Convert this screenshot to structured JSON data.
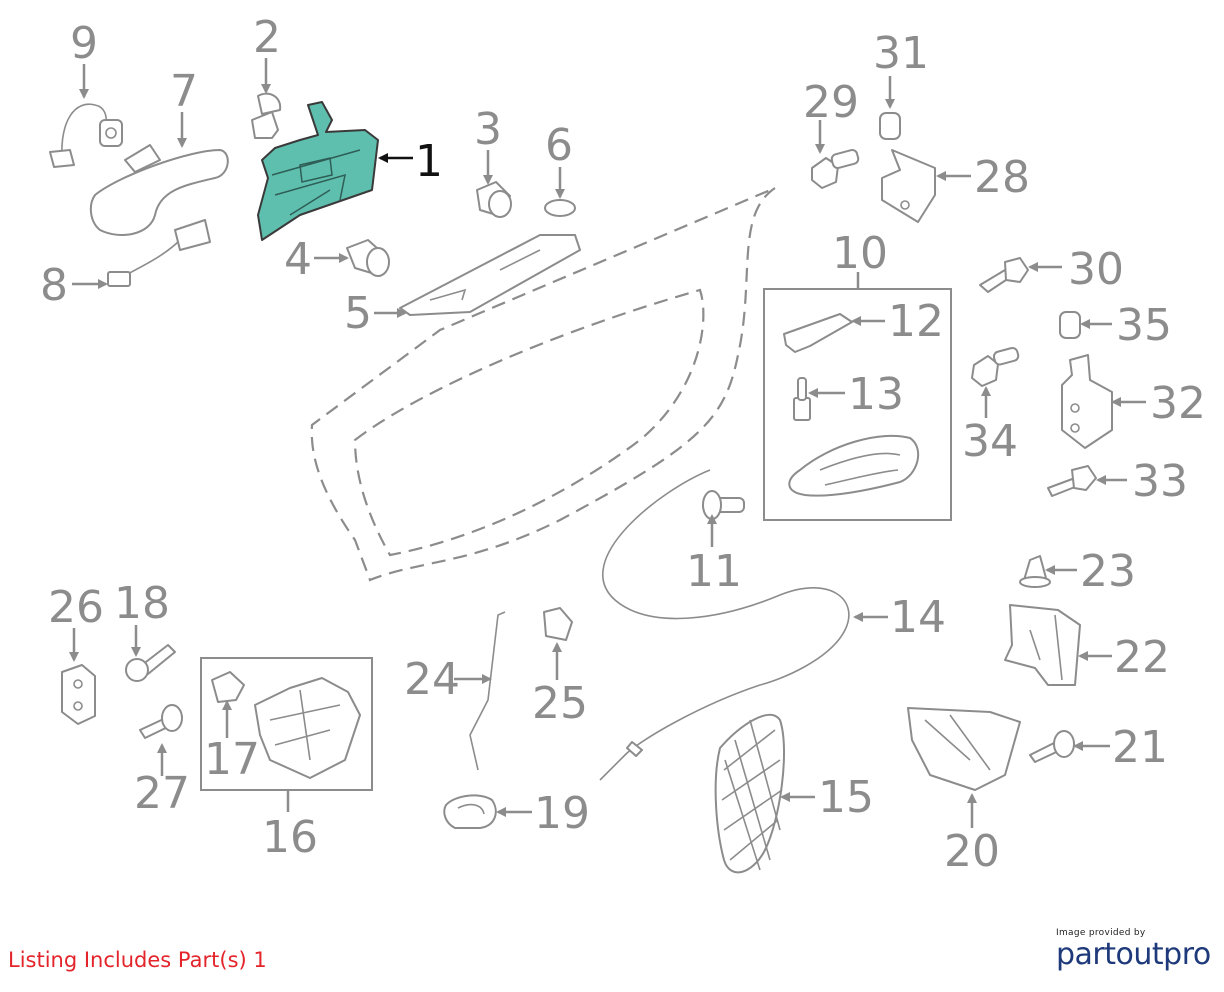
{
  "diagram": {
    "highlight_color": "#5fbfae",
    "line_color": "#8c8c8c",
    "callouts": [
      {
        "id": "1",
        "label": "1",
        "highlighted": true
      },
      {
        "id": "2",
        "label": "2"
      },
      {
        "id": "3",
        "label": "3"
      },
      {
        "id": "4",
        "label": "4"
      },
      {
        "id": "5",
        "label": "5"
      },
      {
        "id": "6",
        "label": "6"
      },
      {
        "id": "7",
        "label": "7"
      },
      {
        "id": "8",
        "label": "8"
      },
      {
        "id": "9",
        "label": "9"
      },
      {
        "id": "10",
        "label": "10"
      },
      {
        "id": "11",
        "label": "11"
      },
      {
        "id": "12",
        "label": "12"
      },
      {
        "id": "13",
        "label": "13"
      },
      {
        "id": "14",
        "label": "14"
      },
      {
        "id": "15",
        "label": "15"
      },
      {
        "id": "16",
        "label": "16"
      },
      {
        "id": "17",
        "label": "17"
      },
      {
        "id": "18",
        "label": "18"
      },
      {
        "id": "19",
        "label": "19"
      },
      {
        "id": "20",
        "label": "20"
      },
      {
        "id": "21",
        "label": "21"
      },
      {
        "id": "22",
        "label": "22"
      },
      {
        "id": "23",
        "label": "23"
      },
      {
        "id": "24",
        "label": "24"
      },
      {
        "id": "25",
        "label": "25"
      },
      {
        "id": "26",
        "label": "26"
      },
      {
        "id": "27",
        "label": "27"
      },
      {
        "id": "28",
        "label": "28"
      },
      {
        "id": "29",
        "label": "29"
      },
      {
        "id": "30",
        "label": "30"
      },
      {
        "id": "31",
        "label": "31"
      },
      {
        "id": "32",
        "label": "32"
      },
      {
        "id": "33",
        "label": "33"
      },
      {
        "id": "34",
        "label": "34"
      },
      {
        "id": "35",
        "label": "35"
      }
    ]
  },
  "footer": {
    "note": "Listing Includes Part(s) 1",
    "note_color": "#e3252b",
    "brand_caption": "Image provided by",
    "brand_name": "partoutpro",
    "brand_color": "#1f3a7a"
  }
}
